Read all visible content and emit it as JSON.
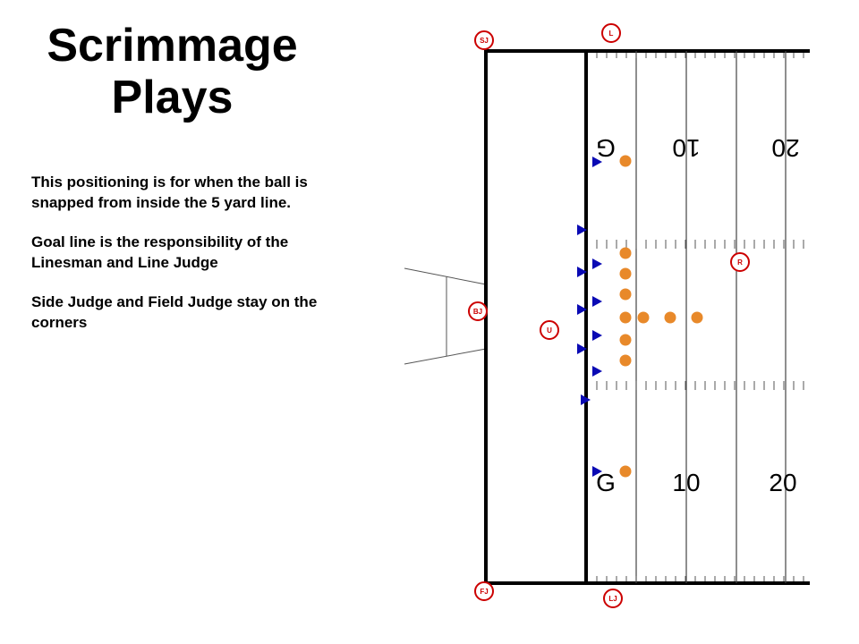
{
  "slide": {
    "title_line1": "Scrimmage",
    "title_line2": "Plays",
    "bullets": [
      "This positioning is for when the ball is snapped from inside the 5 yard line.",
      "Goal line is the responsibility of the Linesman and Line Judge",
      "Side Judge and Field Judge stay on the corners"
    ]
  },
  "field": {
    "yard_numbers_top": [
      "G",
      "10",
      "20"
    ],
    "yard_numbers_bottom": [
      "G",
      "10",
      "20"
    ]
  },
  "officials": {
    "side_judge": "SJ",
    "linesman": "L",
    "referee": "R",
    "back_judge": "BJ",
    "umpire": "U",
    "field_judge": "FJ",
    "line_judge": "LJ"
  },
  "colors": {
    "official_ring": "#cc0000",
    "offense_dot": "#e8892a",
    "defense_triangle": "#0a0ab4",
    "field_lines": "#000000"
  }
}
